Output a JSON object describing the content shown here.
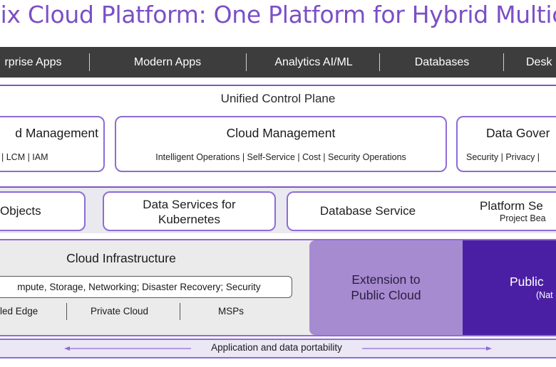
{
  "title": "nix Cloud Platform: One Platform for Hybrid Multic",
  "apps": [
    "rprise Apps",
    "Modern Apps",
    "Analytics AI/ML",
    "Databases",
    "Desk"
  ],
  "control_plane": {
    "title": "Unified Control Plane",
    "left": {
      "title": "d Management",
      "sub": "| LCM | IAM"
    },
    "center": {
      "title": "Cloud Management",
      "sub": "Intelligent Operations | Self-Service | Cost | Security Operations"
    },
    "right": {
      "title": "Data Gover",
      "sub": "Security | Privacy |"
    }
  },
  "data_services": {
    "objects": "Objects",
    "k8s_line1": "Data Services for",
    "k8s_line2": "Kubernetes",
    "database": "Database Service",
    "platform_title": "Platform Se",
    "platform_sub": "Project Bea"
  },
  "infrastructure": {
    "title": "Cloud Infrastructure",
    "compute": "mpute, Storage, Networking; Disaster Recovery; Security",
    "locations": [
      "led Edge",
      "Private Cloud",
      "MSPs"
    ]
  },
  "extension": {
    "line1": "Extension to",
    "line2": "Public Cloud"
  },
  "public": {
    "line1": "Public",
    "line2": "(Nat"
  },
  "portability": "Application and data portability",
  "colors": {
    "title": "#7b4fc6",
    "appbar": "#3d3d3d",
    "border": "#8e6bd6",
    "extension": "#a78bd1",
    "public": "#4b1fa3"
  }
}
